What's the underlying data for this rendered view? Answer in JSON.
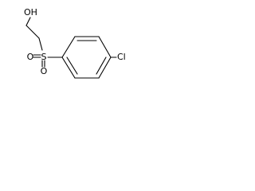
{
  "molecule": {
    "atoms": {
      "hydroxyl": "OH",
      "sulfur": "S",
      "oxygen_top": "O",
      "oxygen_bottom": "O",
      "chlorine": "Cl"
    }
  }
}
